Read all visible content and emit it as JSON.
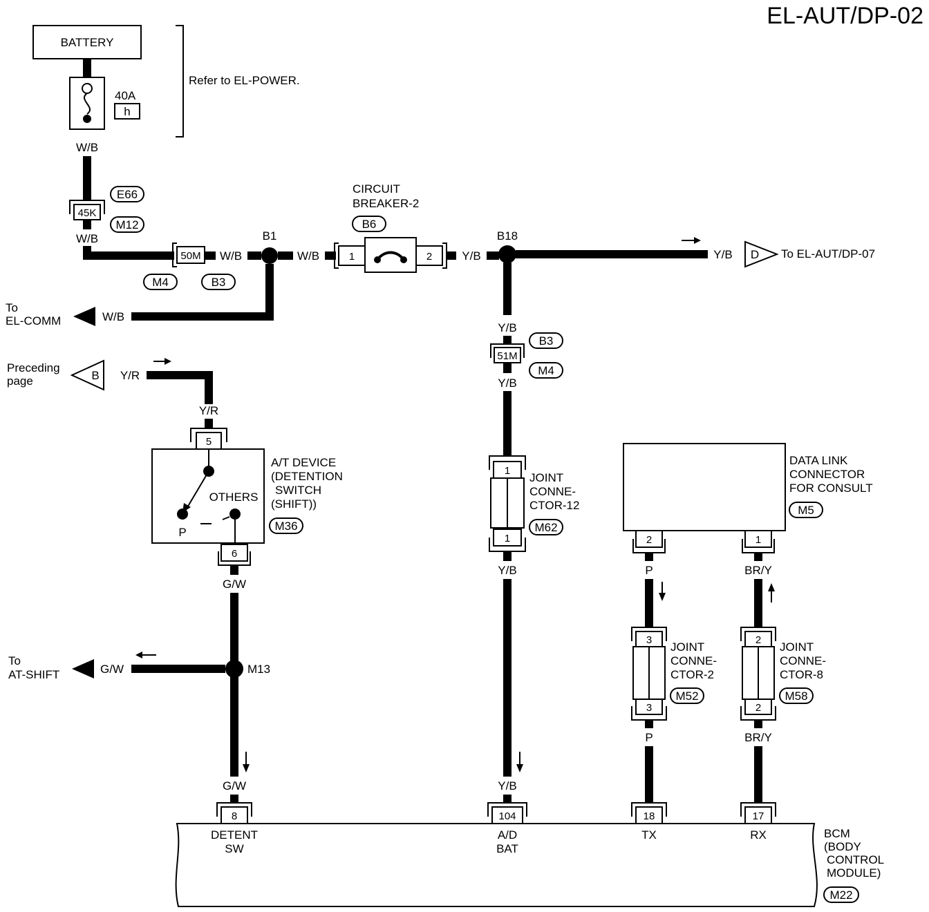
{
  "page_title": "EL-AUT/DP-02",
  "battery": {
    "label": "BATTERY"
  },
  "fuse": {
    "rating": "40A",
    "code": "h"
  },
  "power_note": "Refer to EL-POWER.",
  "wires": {
    "w1": "W/B",
    "w2": "W/B",
    "w3": "W/B",
    "w4": "W/B",
    "w5": "W/B",
    "yb1": "Y/B",
    "yb2": "Y/B",
    "yb3": "Y/B",
    "yb4": "Y/B",
    "yb5": "Y/B",
    "yb6": "Y/B",
    "yr1": "Y/R",
    "yr2": "Y/R",
    "gw1": "G/W",
    "gw2": "G/W",
    "gw3": "G/W",
    "p1": "P",
    "p2": "P",
    "bry1": "BR/Y",
    "bry2": "BR/Y"
  },
  "connectors": {
    "e66": "E66",
    "m12": "M12",
    "m4a": "M4",
    "b3a": "B3",
    "b6": "B6",
    "b3b": "B3",
    "m4b": "M4",
    "m36": "M36",
    "m62": "M62",
    "m5": "M5",
    "m52": "M52",
    "m58": "M58",
    "m22": "M22"
  },
  "inline_connectors": {
    "c45k": "45K",
    "c50m": "50M",
    "c51m": "51M"
  },
  "splices": {
    "b1": "B1",
    "b18": "B18",
    "m13": "M13"
  },
  "circuit_breaker": {
    "line1": "CIRCUIT",
    "line2": "BREAKER-2",
    "pin1": "1",
    "pin2": "2"
  },
  "refs": {
    "to_el_comm_1": "To",
    "to_el_comm_2": "EL-COMM",
    "to_dp07": "To EL-AUT/DP-07",
    "dp07_letter": "D",
    "preceding_1": "Preceding",
    "preceding_2": "page",
    "preceding_letter": "B",
    "to_at_shift_1": "To",
    "to_at_shift_2": "AT-SHIFT"
  },
  "at_device": {
    "line1": "A/T DEVICE",
    "line2": "(DETENTION",
    "line3": "SWITCH",
    "line4": "(SHIFT))",
    "pin_top": "5",
    "pin_bottom": "6",
    "pos_p": "P",
    "pos_others": "OTHERS"
  },
  "joint12": {
    "line1": "JOINT",
    "line2": "CONNE-",
    "line3": "CTOR-12",
    "pin_top": "1",
    "pin_bottom": "1"
  },
  "dlc": {
    "line1": "DATA LINK",
    "line2": "CONNECTOR",
    "line3": "FOR CONSULT",
    "pin_left": "2",
    "pin_right": "1"
  },
  "joint2": {
    "line1": "JOINT",
    "line2": "CONNE-",
    "line3": "CTOR-2",
    "pin_top": "3",
    "pin_bottom": "3"
  },
  "joint8": {
    "line1": "JOINT",
    "line2": "CONNE-",
    "line3": "CTOR-8",
    "pin_top": "2",
    "pin_bottom": "2"
  },
  "bcm": {
    "line1": "BCM",
    "line2": "(BODY",
    "line3": "CONTROL",
    "line4": "MODULE)",
    "pins": [
      {
        "num": "8",
        "label1": "DETENT",
        "label2": "SW"
      },
      {
        "num": "104",
        "label1": "A/D",
        "label2": "BAT"
      },
      {
        "num": "18",
        "label1": "TX",
        "label2": ""
      },
      {
        "num": "17",
        "label1": "RX",
        "label2": ""
      }
    ]
  }
}
